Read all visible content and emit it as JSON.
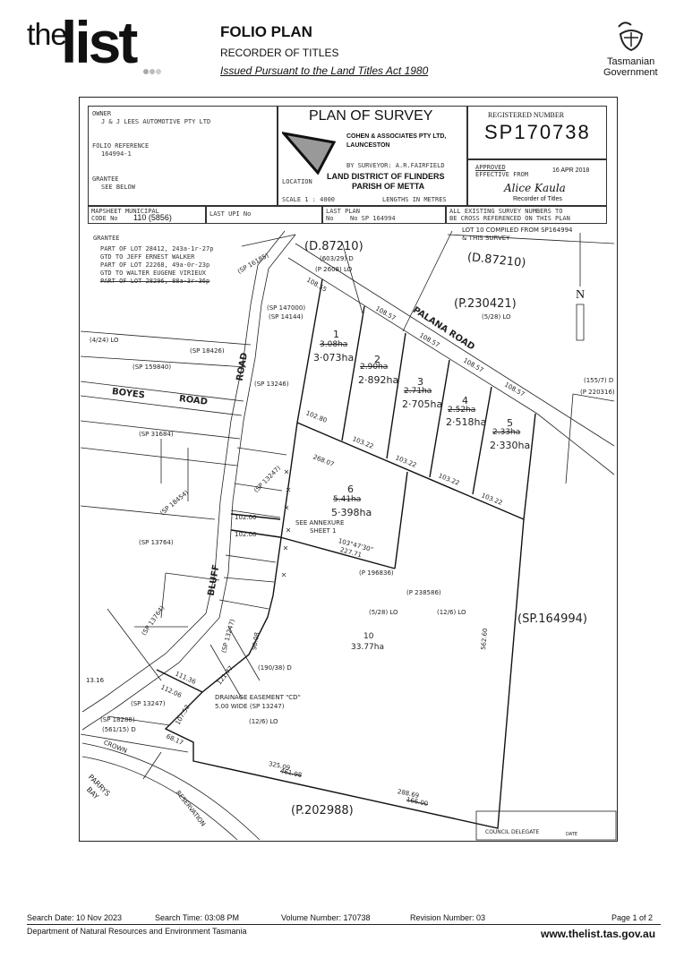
{
  "header": {
    "logo_the": "the",
    "logo_list": "list",
    "title": "FOLIO PLAN",
    "subtitle": "RECORDER OF TITLES",
    "act": "Issued Pursuant to the Land Titles Act 1980",
    "gov_line1": "Tasmanian",
    "gov_line2": "Government"
  },
  "plan": {
    "owner_label": "OWNER",
    "owner": "J & J LEES AUTOMOTIVE PTY LTD",
    "folio_label": "FOLIO REFERENCE",
    "folio": "164994-1",
    "grantee_label": "GRANTEE",
    "grantee": "SEE BELOW",
    "title": "PLAN OF SURVEY",
    "firm_line1": "COHEN & ASSOCIATES PTY LTD,",
    "firm_line2": "LAUNCESTON",
    "surveyor": "BY SURVEYOR:   A.R.FAIRFIELD",
    "location_label": "LOCATION",
    "location_line1": "LAND DISTRICT OF FLINDERS",
    "location_line2": "PARISH OF METTA",
    "scale": "SCALE  1 : 4000",
    "lengths": "LENGTHS IN METRES",
    "registered_label": "REGISTERED NUMBER",
    "registered_number": "SP170738",
    "approved_label": "APPROVED",
    "effective_label": "EFFECTIVE FROM",
    "effective_date": "16 APR 2018",
    "signature": "Alice Kaula",
    "recorder": "Recorder of Titles",
    "mapsheet_label": "MAPSHEET MUNICIPAL",
    "code_label": "CODE No",
    "code_value": "110 (5856)",
    "last_upi": "LAST UPI No",
    "last_plan_label": "LAST PLAN",
    "last_plan_no": "No",
    "last_plan_value": "No SP 164994",
    "cross_ref_line1": "ALL EXISTING SURVEY NUMBERS TO",
    "cross_ref_line2": "BE CROSS REFERENCED ON THIS PLAN"
  },
  "grantee_block": {
    "label": "GRANTEE",
    "lines": [
      "PART OF LOT 28412, 243a-1r-27p",
      "GTD TO JEFF ERNEST WALKER",
      "PART OF LOT 22268, 49a-0r-23p",
      "GTD TO WALTER EUGENE VIRIEUX"
    ],
    "struck_line": "PART OF LOT 28296, 88a-3r-36p"
  },
  "map": {
    "north_label": "N",
    "labels": [
      "(SP 16185)",
      "(D.87210)",
      "(603/29) D",
      "(P 2608) LO",
      "LOT 10 COMPILED FROM SP164994",
      "& THIS SURVEY",
      "(D.87210)",
      "(P.230421)",
      "(5/28) LO",
      "(SP 147000)",
      "(SP 14144)",
      "(4/24) LO",
      "(SP 18426)",
      "(SP 159840)",
      "BOYES",
      "ROAD",
      "ROAD",
      "PALANA ROAD",
      "(SP 13246)",
      "(SP 31684)",
      "(155/7) D",
      "(P 220316)",
      "1",
      "3.08ha",
      "3·073ha",
      "2",
      "2.90ha",
      "2·892ha",
      "3",
      "2.71ha",
      "2·705ha",
      "4",
      "2.52ha",
      "2·518ha",
      "5",
      "2.33ha",
      "2·330ha",
      "6",
      "5.41ha",
      "5·398ha",
      "SEE ANNEXURE",
      "SHEET 1",
      "(SP 13764)",
      "BLUFF",
      "(P 196836)",
      "(P 238586)",
      "(5/28) LO",
      "(12/6) LO",
      "(SP.164994)",
      "10",
      "33.77ha",
      "(190/38) D",
      "DRAINAGE EASEMENT \"CD\"",
      "5.00 WIDE (SP 13247)",
      "(12/6) LO",
      "(SP 13247)",
      "(SP 18288)",
      "(561/15) D",
      "CROWN",
      "PARRYS",
      "BAY",
      "RESERVATION",
      "(P.202988)",
      "COUNCIL DELEGATE",
      "DATE",
      "108.55",
      "108.57",
      "108.57",
      "108.57",
      "108.57",
      "102.80",
      "103.22",
      "103.22",
      "103.22",
      "103.22",
      "268.07",
      "102.00",
      "102.00",
      "103°47'30\"",
      "227.71",
      "111.36",
      "112.06",
      "107.52",
      "68.17",
      "325.09",
      "461.98",
      "288.69",
      "166.00",
      "562.60",
      "121.77",
      "90.08",
      "13.16",
      "(SP 13764)",
      "(SP 13247)",
      "(SP 18454)",
      "(SP 13247)"
    ]
  },
  "footer": {
    "search_date": "Search Date: 10 Nov 2023",
    "search_time": "Search Time: 03:08 PM",
    "volume": "Volume Number: 170738",
    "revision": "Revision Number: 03",
    "page": "Page 1 of 2",
    "department": "Department of Natural Resources and Environment Tasmania",
    "website": "www.thelist.tas.gov.au"
  }
}
